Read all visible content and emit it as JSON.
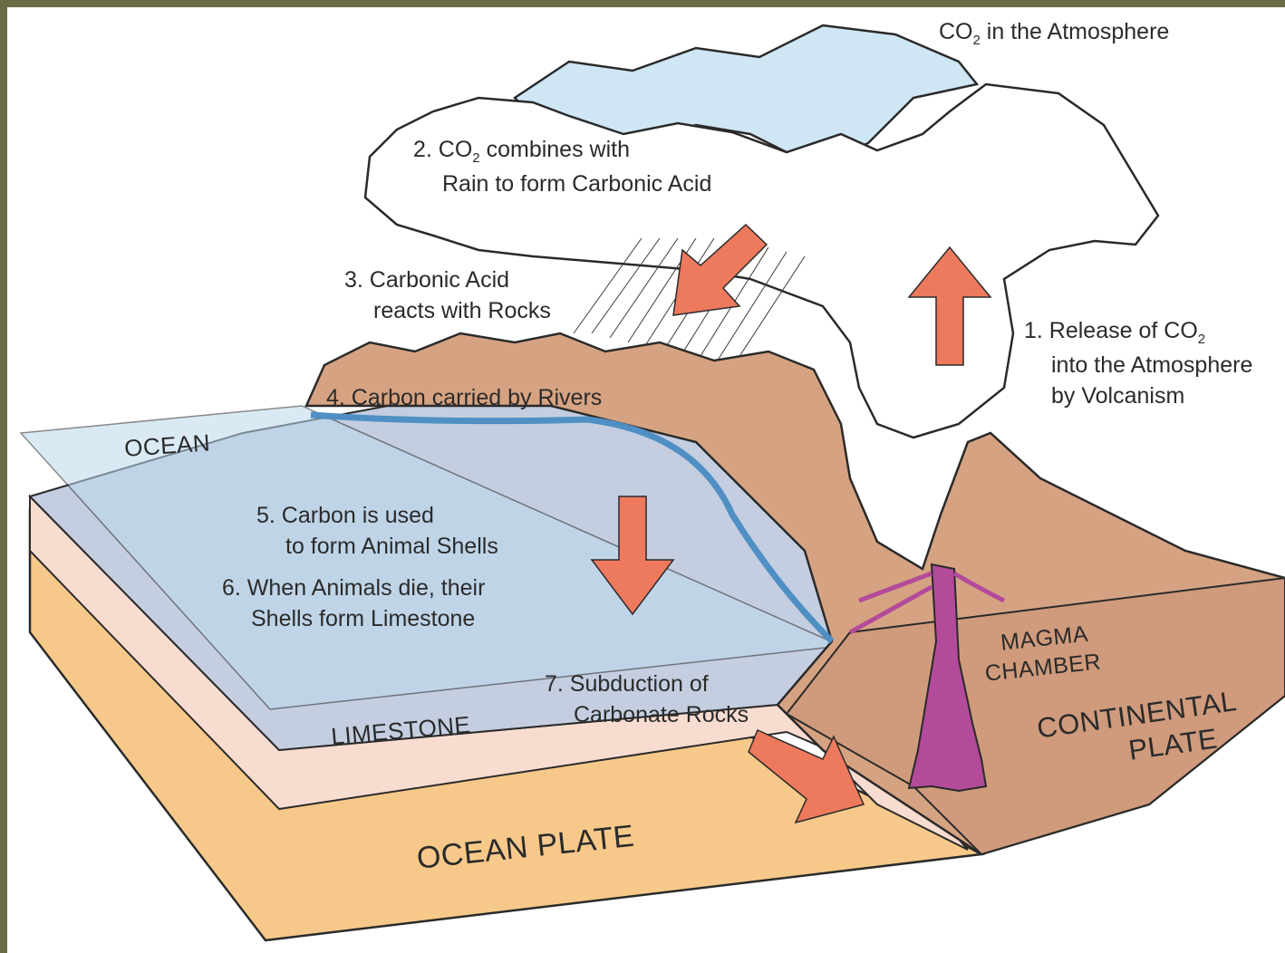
{
  "labels": {
    "atmosphere": {
      "prefix": "CO",
      "sub": "2",
      "suffix": " in the Atmosphere"
    },
    "step1": {
      "line1_prefix": "1. Release of CO",
      "line1_sub": "2",
      "line2": "into the Atmosphere",
      "line3": "by Volcanism"
    },
    "step2": {
      "line1_prefix": "2. CO",
      "line1_sub": "2",
      "line1_suffix": " combines with",
      "line2": "Rain to form Carbonic Acid"
    },
    "step3": {
      "line1": "3. Carbonic Acid",
      "line2": "reacts with Rocks"
    },
    "step4": "4. Carbon carried by Rivers",
    "step5": {
      "line1": "5. Carbon is used",
      "line2": "to form Animal Shells"
    },
    "step6": {
      "line1": "6. When Animals die, their",
      "line2": "Shells form Limestone"
    },
    "step7": {
      "line1": "7. Subduction of",
      "line2": "Carbonate Rocks"
    },
    "ocean": "OCEAN",
    "limestone": "LIMESTONE",
    "ocean_plate": "OCEAN PLATE",
    "magma_chamber": {
      "line1": "MAGMA",
      "line2": "CHAMBER"
    },
    "continental_plate": {
      "line1": "CONTINENTAL",
      "line2": "PLATE"
    }
  },
  "colors": {
    "frame": "#6b6b48",
    "ocean_water": "#bcd9ee",
    "ocean_floor": "#c4cee0",
    "limestone": "#f9dcd0",
    "ocean_plate": "#f6c98a",
    "continental_rock": "#d6a382",
    "magma": "#b34a9a",
    "arrow": "#ee7a5e",
    "river": "#4f8fc4"
  }
}
